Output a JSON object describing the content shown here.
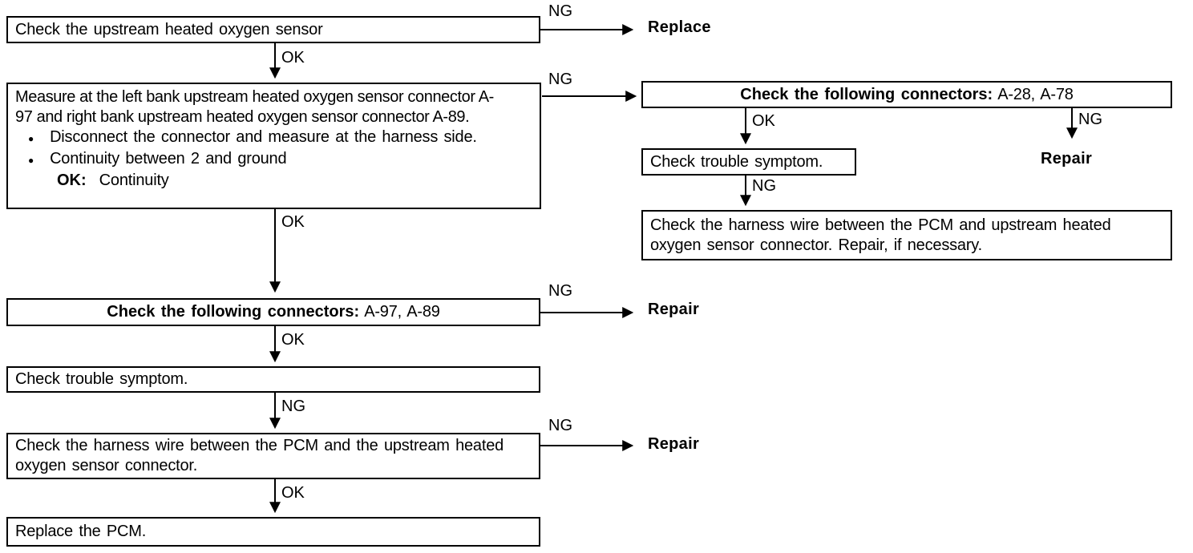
{
  "flowchart": {
    "edge_labels": {
      "ng": "NG",
      "ok": "OK"
    },
    "terminals": {
      "replace": "Replace",
      "repair": "Repair"
    },
    "bullet": "●",
    "steps": {
      "check_sensor": "Check the upstream heated oxygen sensor",
      "measure": {
        "intro": "Measure at the left bank upstream heated oxygen sensor connector A-97 and right bank upstream heated oxygen sensor connector A-89.",
        "bullets": [
          "Disconnect the connector and measure at the harness side.",
          "Continuity between 2 and ground"
        ],
        "ok_label": "OK:",
        "ok_value": "Continuity"
      },
      "check_connectors_left": {
        "bold": "Check the following connectors:",
        "value": "A-97, A-89"
      },
      "check_symptom_left": "Check trouble symptom.",
      "check_harness_left": "Check the harness wire between the PCM and the upstream heated oxygen sensor connector.",
      "replace_pcm": "Replace the PCM.",
      "check_connectors_right": {
        "bold": "Check the following connectors:",
        "value": "A-28, A-78"
      },
      "check_symptom_right": "Check trouble symptom.",
      "check_harness_right": "Check the harness wire between the PCM and upstream heated oxygen sensor connector. Repair, if necessary."
    }
  }
}
